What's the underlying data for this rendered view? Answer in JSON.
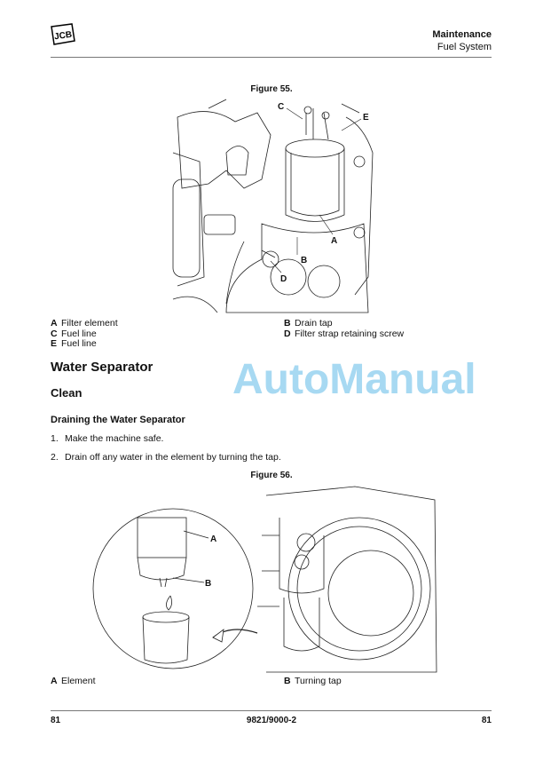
{
  "header": {
    "logo_text": "JCB",
    "section": "Maintenance",
    "subsection": "Fuel System"
  },
  "figure55": {
    "label": "Figure 55.",
    "callouts": [
      "A",
      "B",
      "C",
      "D",
      "E"
    ],
    "legend": [
      {
        "key": "A",
        "text": "Filter element"
      },
      {
        "key": "B",
        "text": "Drain tap"
      },
      {
        "key": "C",
        "text": "Fuel line"
      },
      {
        "key": "D",
        "text": "Filter strap retaining screw"
      },
      {
        "key": "E",
        "text": "Fuel line"
      }
    ]
  },
  "headings": {
    "h2": "Water Separator",
    "h3": "Clean",
    "h4": "Draining the Water Separator"
  },
  "steps": [
    {
      "num": "1.",
      "text": "Make the machine safe."
    },
    {
      "num": "2.",
      "text": "Drain off any water in the element by turning the tap."
    }
  ],
  "figure56": {
    "label": "Figure 56.",
    "callouts": [
      "A",
      "B"
    ],
    "legend": [
      {
        "key": "A",
        "text": "Element"
      },
      {
        "key": "B",
        "text": "Turning tap"
      }
    ]
  },
  "footer": {
    "left": "81",
    "center": "9821/9000-2",
    "right": "81"
  },
  "watermark": "AutoManual",
  "colors": {
    "watermark": "#50b4e6",
    "rule": "#777777"
  }
}
